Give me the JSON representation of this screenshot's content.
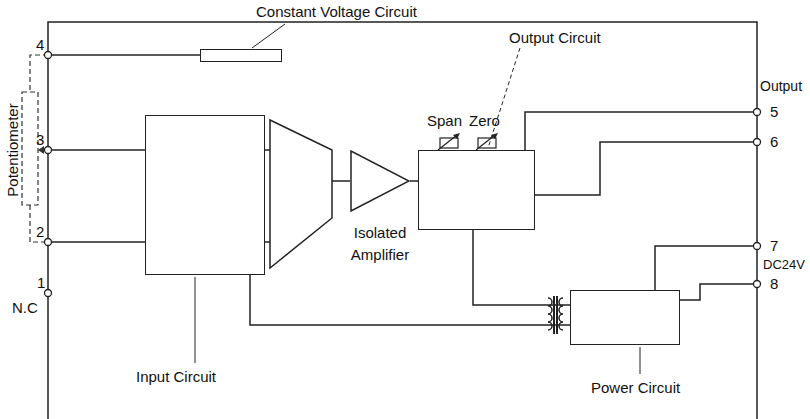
{
  "diagram": {
    "nodes": [
      {
        "text": [
          "Constant Voltage Circuit"
        ]
      },
      {
        "text": [
          "Input Circuit"
        ]
      },
      {
        "text": [
          "Isolated Amplifier"
        ]
      },
      {
        "text": [
          "Output Circuit"
        ]
      },
      {
        "text": [
          "Power Circuit"
        ]
      }
    ],
    "edges": [
      {
        "from": 2,
        "to": 3,
        "arrow": "none"
      },
      {
        "from": 4,
        "to": 1,
        "arrow": "none"
      },
      {
        "from": 4,
        "to": 3,
        "arrow": "none"
      }
    ],
    "labels": [
      "Potentiometer",
      "4",
      "3",
      "2",
      "1",
      "N.C",
      "Span",
      "Zero",
      "Output",
      "5",
      "6",
      "7",
      "DC24V",
      "8"
    ]
  }
}
